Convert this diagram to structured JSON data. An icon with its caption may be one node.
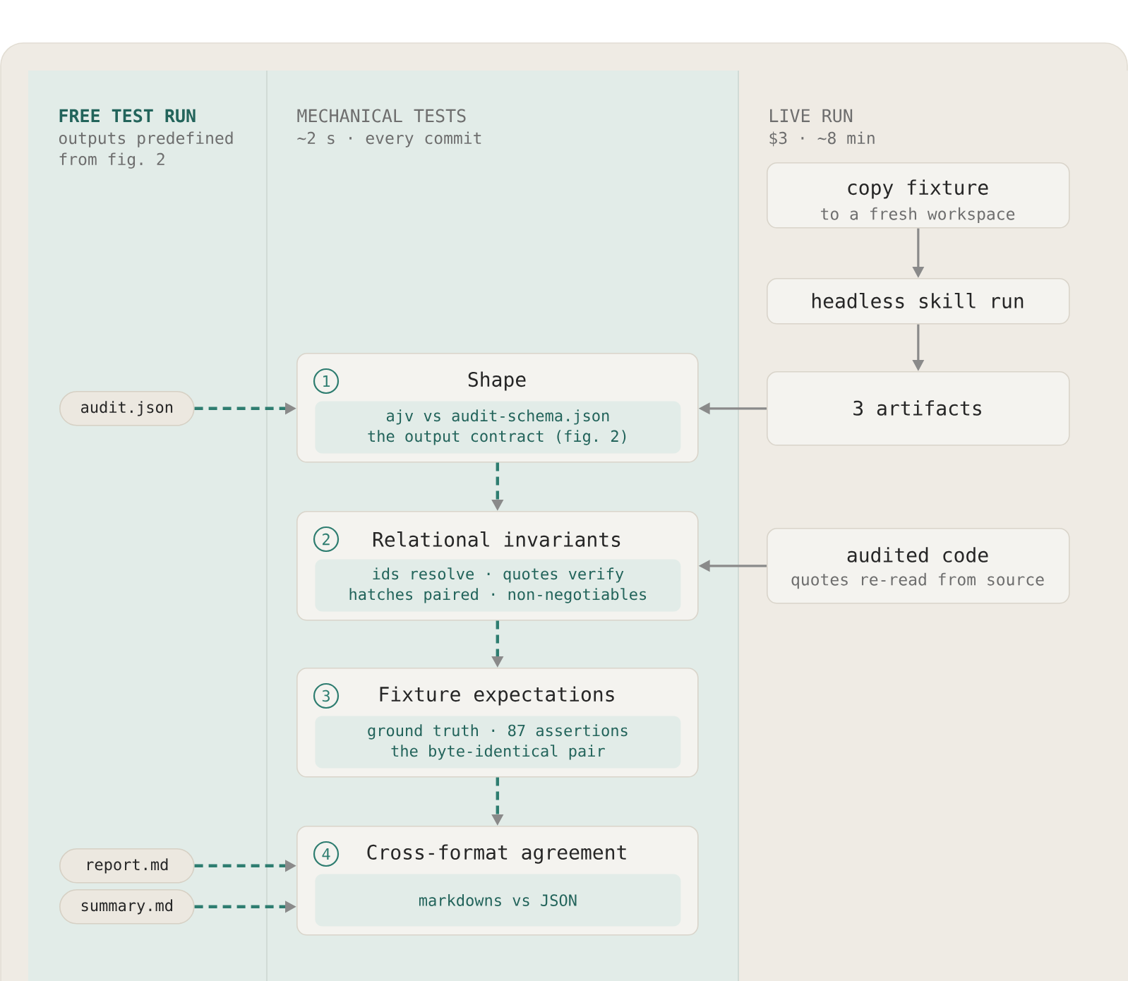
{
  "diagram": {
    "nodes": [
      {
        "text": [
          "FREE TEST RUN",
          "outputs predefined from fig. 2"
        ]
      },
      {
        "text": [
          "audit.json"
        ],
        "in": 0
      },
      {
        "text": [
          "report.md"
        ],
        "in": 0
      },
      {
        "text": [
          "summary.md"
        ],
        "in": 0
      },
      {
        "text": [
          "MECHANICAL TESTS",
          "~2 s · every commit"
        ]
      },
      {
        "text": [
          "Shape"
        ],
        "in": 4
      },
      {
        "text": [
          "1"
        ],
        "in": 5
      },
      {
        "text": [
          "ajv vs audit-schema.json the output contract (fig. 2)"
        ],
        "in": 5
      },
      {
        "text": [
          "Relational invariants"
        ],
        "in": 4
      },
      {
        "text": [
          "2"
        ],
        "in": 8
      },
      {
        "text": [
          "ids resolve · quotes verify hatches paired · non-negotiables"
        ],
        "in": 8
      },
      {
        "text": [
          "Fixture expectations"
        ],
        "in": 4
      },
      {
        "text": [
          "3"
        ],
        "in": 11
      },
      {
        "text": [
          "ground truth · 87 assertions the byte-identical pair"
        ],
        "in": 11
      },
      {
        "text": [
          "Cross-format agreement"
        ],
        "in": 4
      },
      {
        "text": [
          "4"
        ],
        "in": 14
      },
      {
        "text": [
          "markdowns vs JSON"
        ],
        "in": 14
      },
      {
        "text": [
          "LIVE RUN",
          "$3 · ~8 min"
        ]
      },
      {
        "text": [
          "copy fixture",
          "to a fresh workspace"
        ],
        "in": 17
      },
      {
        "text": [
          "headless skill run"
        ],
        "in": 17
      },
      {
        "text": [
          "3 artifacts"
        ],
        "in": 17
      },
      {
        "text": [
          "audited code",
          "quotes re-read from source"
        ],
        "in": 17
      }
    ],
    "edges": [
      {
        "from": 1,
        "to": 5,
        "arrow": "to",
        "style": "dashed"
      },
      {
        "from": 20,
        "to": 5,
        "arrow": "to",
        "color": "#8a8a8a"
      },
      {
        "from": 5,
        "to": 8,
        "arrow": "to",
        "style": "dashed"
      },
      {
        "from": 21,
        "to": 8,
        "arrow": "to",
        "color": "#8a8a8a"
      },
      {
        "from": 8,
        "to": 11,
        "arrow": "to",
        "style": "dashed"
      },
      {
        "from": 11,
        "to": 14,
        "arrow": "to",
        "style": "dashed"
      },
      {
        "from": 2,
        "to": 14,
        "arrow": "to",
        "style": "dashed"
      },
      {
        "from": 3,
        "to": 14,
        "arrow": "to",
        "style": "dashed"
      },
      {
        "from": 18,
        "to": 19,
        "arrow": "to",
        "color": "#8a8a8a"
      },
      {
        "from": 19,
        "to": 20,
        "arrow": "to",
        "color": "#8a8a8a"
      }
    ]
  }
}
